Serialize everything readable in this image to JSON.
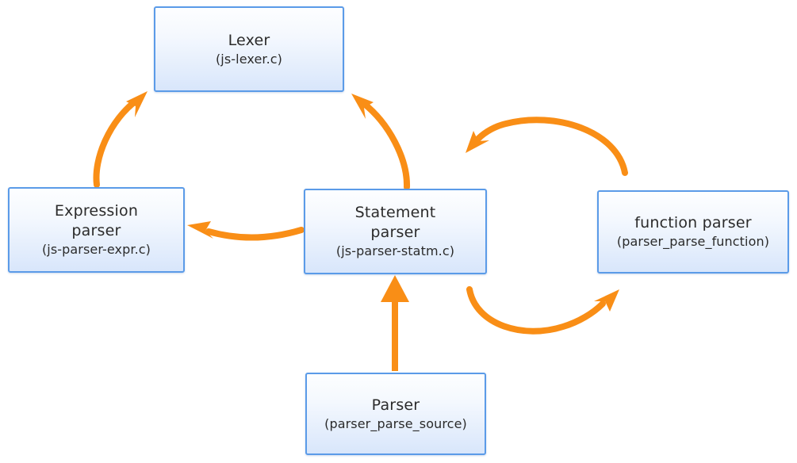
{
  "diagram": {
    "kind": "flow-diagram",
    "title": "JavaScript parser module interaction diagram",
    "colors": {
      "node_border": "#5B9BE8",
      "node_fill_top": "#fdfeff",
      "node_fill_bottom": "#d8e6fb",
      "arrow": "#F98E16",
      "text": "#2b2b2b",
      "background": "#ffffff"
    },
    "nodes": [
      {
        "id": "lexer",
        "title": "Lexer",
        "subtitle": "(js-lexer.c)"
      },
      {
        "id": "expression-parser",
        "title": "Expression\nparser",
        "subtitle": "(js-parser-expr.c)"
      },
      {
        "id": "statement-parser",
        "title": "Statement\nparser",
        "subtitle": "(js-parser-statm.c)"
      },
      {
        "id": "function-parser",
        "title": "function parser",
        "subtitle": "(parser_parse_function)"
      },
      {
        "id": "parser",
        "title": "Parser",
        "subtitle": "(parser_parse_source)"
      }
    ],
    "edges": [
      {
        "id": "expression-to-lexer",
        "from": "expression-parser",
        "to": "lexer",
        "style": "curved"
      },
      {
        "id": "statement-to-lexer",
        "from": "statement-parser",
        "to": "lexer",
        "style": "curved"
      },
      {
        "id": "statement-to-expression",
        "from": "statement-parser",
        "to": "expression-parser",
        "style": "curved"
      },
      {
        "id": "function-to-statement",
        "from": "function-parser",
        "to": "statement-parser",
        "style": "arc-top"
      },
      {
        "id": "statement-to-function",
        "from": "statement-parser",
        "to": "function-parser",
        "style": "arc-bottom"
      },
      {
        "id": "parser-to-statement",
        "from": "parser",
        "to": "statement-parser",
        "style": "straight"
      }
    ]
  }
}
